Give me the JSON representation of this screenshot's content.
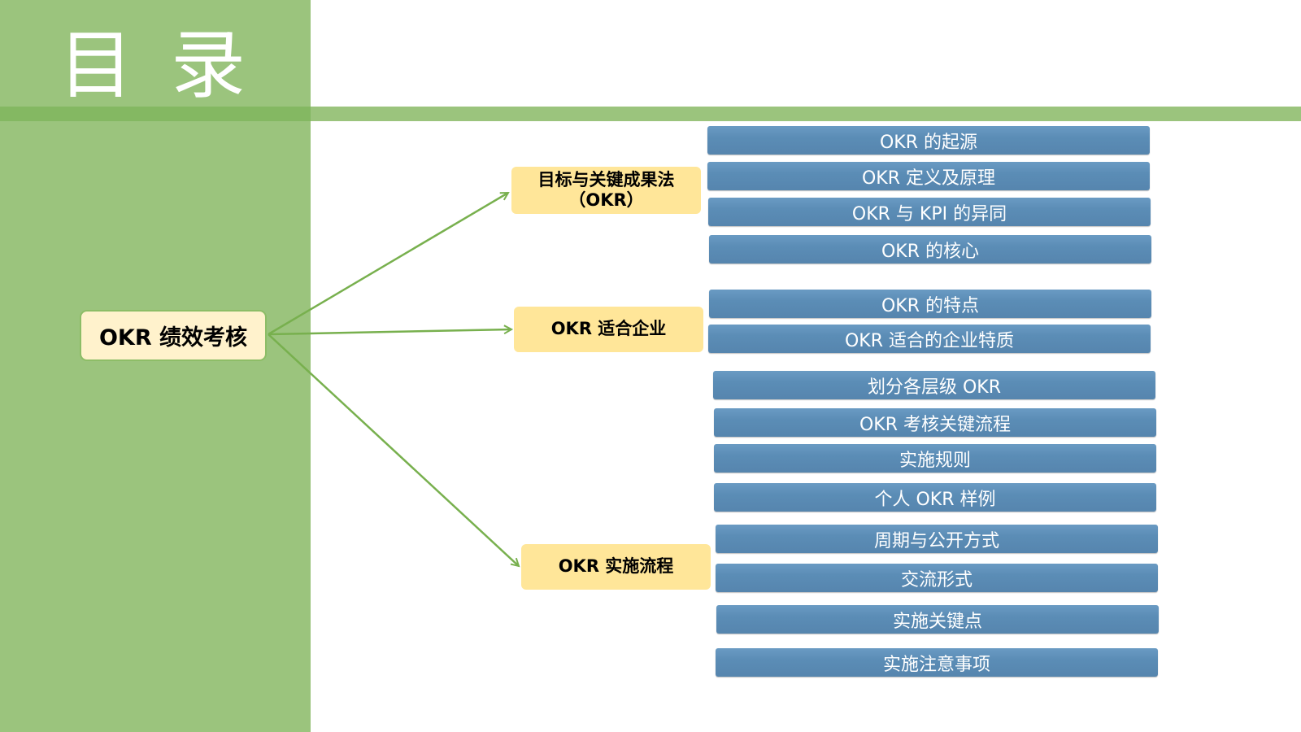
{
  "slide": {
    "title": [
      "目",
      "录"
    ],
    "root": {
      "label": "OKR 绩效考核"
    },
    "branches": [
      {
        "label_lines": [
          "目标与关键成果法",
          "（OKR）"
        ],
        "leaves": [
          "OKR 的起源",
          "OKR 定义及原理",
          "OKR 与 KPI 的异同",
          "OKR 的核心"
        ]
      },
      {
        "label_lines": [
          "OKR 适合企业"
        ],
        "leaves": [
          "OKR 的特点",
          "OKR 适合的企业特质"
        ]
      },
      {
        "label_lines": [
          "OKR 实施流程"
        ],
        "leaves": [
          "划分各层级 OKR",
          "OKR 考核关键流程",
          "实施规则",
          "个人 OKR 样例",
          "周期与公开方式",
          "交流形式",
          "实施关键点",
          "实施注意事项"
        ]
      }
    ]
  },
  "colors": {
    "panel": "#9bc47d",
    "band": "#9bc47d",
    "band-dark": "#84b862",
    "root-fill": "#fff2cc",
    "root-border": "#8dbd67",
    "branch-fill": "#ffe699",
    "leaf-fill": "#5b8db6",
    "arrow": "#78b04e"
  }
}
